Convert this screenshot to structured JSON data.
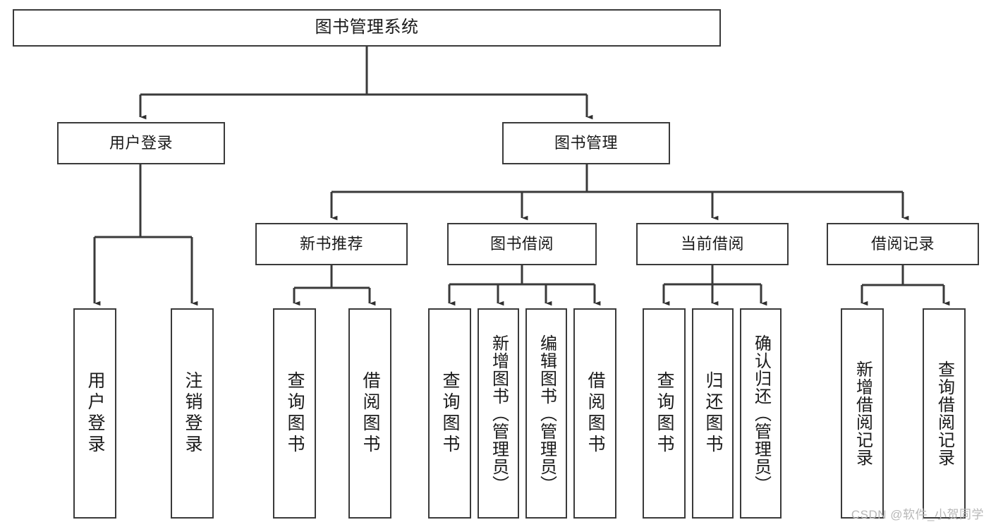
{
  "diagram": {
    "type": "tree-hierarchy",
    "title": "图书管理系统",
    "colors": {
      "background": "#ffffff",
      "box_border": "#3a3a3a",
      "box_fill": "#ffffff",
      "text": "#1a1a1a",
      "connector": "#3a3a3a",
      "watermark": "#b7b7b7"
    },
    "root": {
      "label": "图书管理系统"
    },
    "level1": [
      {
        "label": "用户登录"
      },
      {
        "label": "图书管理"
      }
    ],
    "level2": [
      {
        "label": "新书推荐"
      },
      {
        "label": "图书借阅"
      },
      {
        "label": "当前借阅"
      },
      {
        "label": "借阅记录"
      }
    ],
    "leaves": {
      "user_login": [
        {
          "label": "用户登录"
        },
        {
          "label": "注销登录"
        }
      ],
      "new_book_recommend": [
        {
          "label": "查询图书"
        },
        {
          "label": "借阅图书"
        }
      ],
      "book_borrow": [
        {
          "label": "查询图书"
        },
        {
          "label": "新增图书（管理员）"
        },
        {
          "label": "编辑图书（管理员）"
        },
        {
          "label": "借阅图书"
        }
      ],
      "current_borrow": [
        {
          "label": "查询图书"
        },
        {
          "label": "归还图书"
        },
        {
          "label": "确认归还（管理员）"
        }
      ],
      "borrow_record": [
        {
          "label": "新增借阅记录"
        },
        {
          "label": "查询借阅记录"
        }
      ]
    },
    "watermark": "CSDN @软件_小贺同学"
  }
}
